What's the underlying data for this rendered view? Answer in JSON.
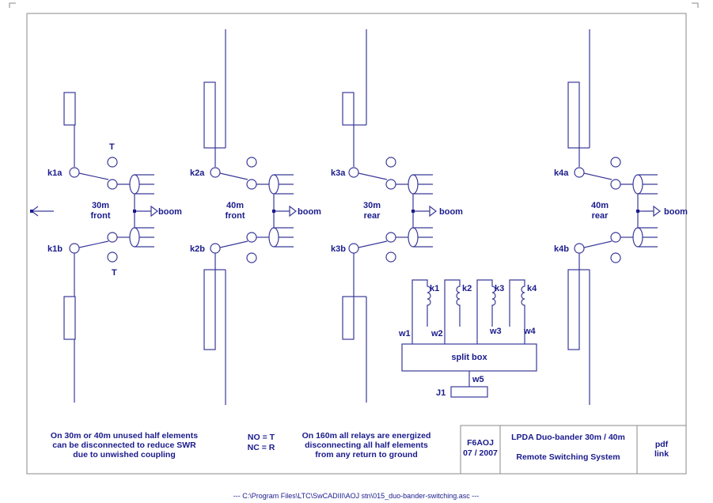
{
  "relays": [
    {
      "id": "k1",
      "top_contact": "k1a",
      "bottom_contact": "k1b",
      "band": "30m",
      "position": "front",
      "boom": "boom"
    },
    {
      "id": "k2",
      "top_contact": "k2a",
      "bottom_contact": "k2b",
      "band": "40m",
      "position": "front",
      "boom": "boom"
    },
    {
      "id": "k3",
      "top_contact": "k3a",
      "bottom_contact": "k3b",
      "band": "30m",
      "position": "rear",
      "boom": "boom"
    },
    {
      "id": "k4",
      "top_contact": "k4a",
      "bottom_contact": "k4b",
      "band": "40m",
      "position": "rear",
      "boom": "boom"
    }
  ],
  "terminal_labels": {
    "top": "T",
    "bottom": "T"
  },
  "split_box": {
    "title": "split box",
    "coils": [
      "k1",
      "k2",
      "k3",
      "k4"
    ],
    "wires": [
      "w1",
      "w2",
      "w3",
      "w4"
    ],
    "feed_wire": "w5",
    "connector": "J1"
  },
  "notes": {
    "unused_elements": [
      "On  30m or 40m unused half elements",
      "can be disconnected to reduce SWR",
      "due to unwished coupling"
    ],
    "contacts": [
      "NO = T",
      "NC = R"
    ],
    "energized": [
      "On 160m all relays are energized",
      "disconnecting all half elements",
      "from any return to ground"
    ]
  },
  "title_block": {
    "author": "F6AOJ",
    "date": "07 / 2007",
    "title": "LPDA Duo-bander 30m / 40m",
    "subtitle": "Remote Switching System",
    "link_line1": "pdf",
    "link_line2": "link"
  },
  "file_path": "--- C:\\Program Files\\LTC\\SwCADIII\\AOJ stn\\015_duo-bander-switching.asc ---"
}
